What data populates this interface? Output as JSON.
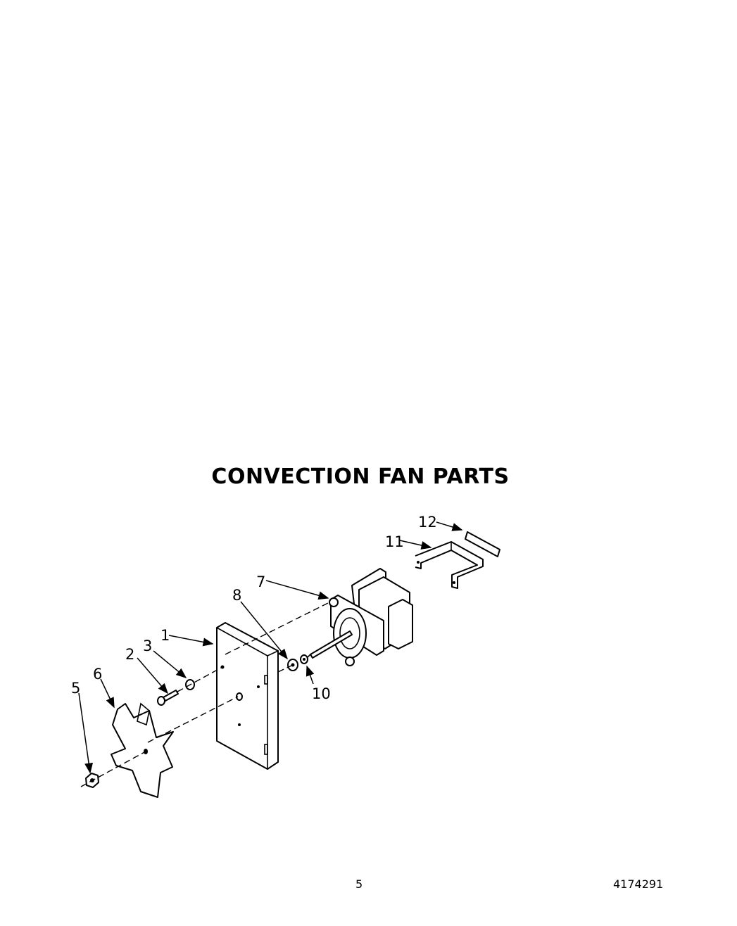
{
  "page": {
    "title": "CONVECTION FAN PARTS",
    "page_number": "5",
    "document_number": "4174291"
  },
  "diagram": {
    "callouts": [
      {
        "id": "1",
        "label": "1"
      },
      {
        "id": "2",
        "label": "2"
      },
      {
        "id": "3",
        "label": "3"
      },
      {
        "id": "5",
        "label": "5"
      },
      {
        "id": "6",
        "label": "6"
      },
      {
        "id": "7",
        "label": "7"
      },
      {
        "id": "8",
        "label": "8"
      },
      {
        "id": "10",
        "label": "10"
      },
      {
        "id": "11",
        "label": "11"
      },
      {
        "id": "12",
        "label": "12"
      }
    ]
  }
}
